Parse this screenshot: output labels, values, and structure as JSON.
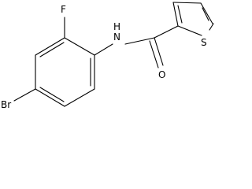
{
  "atoms": {
    "fluorine": "F",
    "nitrogen": "N",
    "hydrogen": "H",
    "oxygen": "O",
    "sulfur": "S",
    "bromine": "Br"
  }
}
